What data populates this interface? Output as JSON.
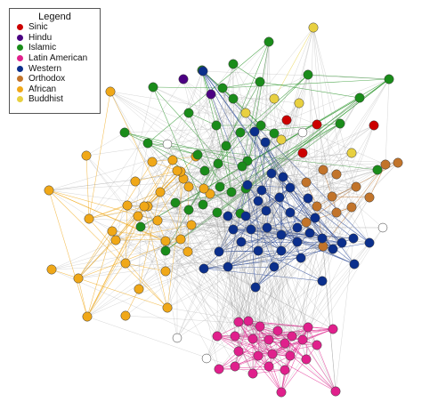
{
  "legend": {
    "title": "Legend",
    "items": [
      {
        "key": "sinic",
        "label": "Sinic",
        "color": "#cc0000"
      },
      {
        "key": "hindu",
        "label": "Hindu",
        "color": "#4b0082"
      },
      {
        "key": "islamic",
        "label": "Islamic",
        "color": "#1a8c1a"
      },
      {
        "key": "latin",
        "label": "Latin American",
        "color": "#e0208c"
      },
      {
        "key": "western",
        "label": "Western",
        "color": "#0b2f8c"
      },
      {
        "key": "orthodox",
        "label": "Orthodox",
        "color": "#c2742a"
      },
      {
        "key": "african",
        "label": "African",
        "color": "#f0a818"
      },
      {
        "key": "buddhist",
        "label": "Buddhist",
        "color": "#e8d040"
      }
    ]
  },
  "unaffiliated_color": "#ffffff",
  "nodes": [
    {
      "id": "LA",
      "group": "buddhist"
    },
    {
      "id": "KR",
      "group": "buddhist"
    },
    {
      "id": "TH",
      "group": "buddhist"
    },
    {
      "id": "MN",
      "group": "buddhist"
    },
    {
      "id": "LK",
      "group": "buddhist"
    },
    {
      "id": "SG",
      "group": "buddhist"
    },
    {
      "id": "DR",
      "group": "african"
    },
    {
      "id": "LS",
      "group": "african"
    },
    {
      "id": "MW",
      "group": "african"
    },
    {
      "id": "NE",
      "group": "african"
    },
    {
      "id": "GH",
      "group": "african"
    },
    {
      "id": "TD",
      "group": "african"
    },
    {
      "id": "MG",
      "group": "african"
    },
    {
      "id": "TG",
      "group": "african"
    },
    {
      "id": "CV",
      "group": "african"
    },
    {
      "id": "MZ",
      "group": "african"
    },
    {
      "id": "ZA",
      "group": "african"
    },
    {
      "id": "ZM",
      "group": "african"
    },
    {
      "id": "ZW",
      "group": "african"
    },
    {
      "id": "UG",
      "group": "african"
    },
    {
      "id": "TZ",
      "group": "african"
    },
    {
      "id": "RW",
      "group": "african"
    },
    {
      "id": "MR",
      "group": "african"
    },
    {
      "id": "BJ",
      "group": "african"
    },
    {
      "id": "CI",
      "group": "african"
    },
    {
      "id": "NG",
      "group": "african"
    },
    {
      "id": "SN",
      "group": "african"
    },
    {
      "id": "KE",
      "group": "african"
    },
    {
      "id": "BI",
      "group": "african"
    },
    {
      "id": "ET",
      "group": "african"
    },
    {
      "id": "GM",
      "group": "african"
    },
    {
      "id": "ML",
      "group": "african"
    },
    {
      "id": "NA",
      "group": "african"
    },
    {
      "id": "AO",
      "group": "african"
    },
    {
      "id": "CM",
      "group": "african"
    },
    {
      "id": "LR",
      "group": "african"
    },
    {
      "id": "BW",
      "group": "african"
    },
    {
      "id": "SL",
      "group": "african"
    },
    {
      "id": "GA",
      "group": "african"
    },
    {
      "id": "MK",
      "group": "african"
    },
    {
      "id": "AM",
      "group": "orthodox"
    },
    {
      "id": "RU",
      "group": "orthodox"
    },
    {
      "id": "CY",
      "group": "orthodox"
    },
    {
      "id": "GE",
      "group": "orthodox"
    },
    {
      "id": "BG",
      "group": "orthodox"
    },
    {
      "id": "RO",
      "group": "orthodox"
    },
    {
      "id": "UA",
      "group": "orthodox"
    },
    {
      "id": "BY",
      "group": "orthodox"
    },
    {
      "id": "MD",
      "group": "orthodox"
    },
    {
      "id": "RS",
      "group": "orthodox"
    },
    {
      "id": "KZ",
      "group": "orthodox"
    },
    {
      "id": "GR",
      "group": "orthodox"
    },
    {
      "id": "ME",
      "group": "orthodox"
    },
    {
      "id": "EJ",
      "group": "none"
    },
    {
      "id": "JP",
      "group": "none"
    },
    {
      "id": "RT",
      "group": "none"
    },
    {
      "id": "PR",
      "group": "none"
    },
    {
      "id": "RS2",
      "group": "none"
    },
    {
      "id": "CN",
      "group": "sinic"
    },
    {
      "id": "TW",
      "group": "sinic"
    },
    {
      "id": "VN",
      "group": "sinic"
    },
    {
      "id": "HK",
      "group": "sinic"
    },
    {
      "id": "IN",
      "group": "hindu"
    },
    {
      "id": "NP",
      "group": "hindu"
    }
  ],
  "edge_colors": {
    "gray": "#9a9a9a"
  }
}
